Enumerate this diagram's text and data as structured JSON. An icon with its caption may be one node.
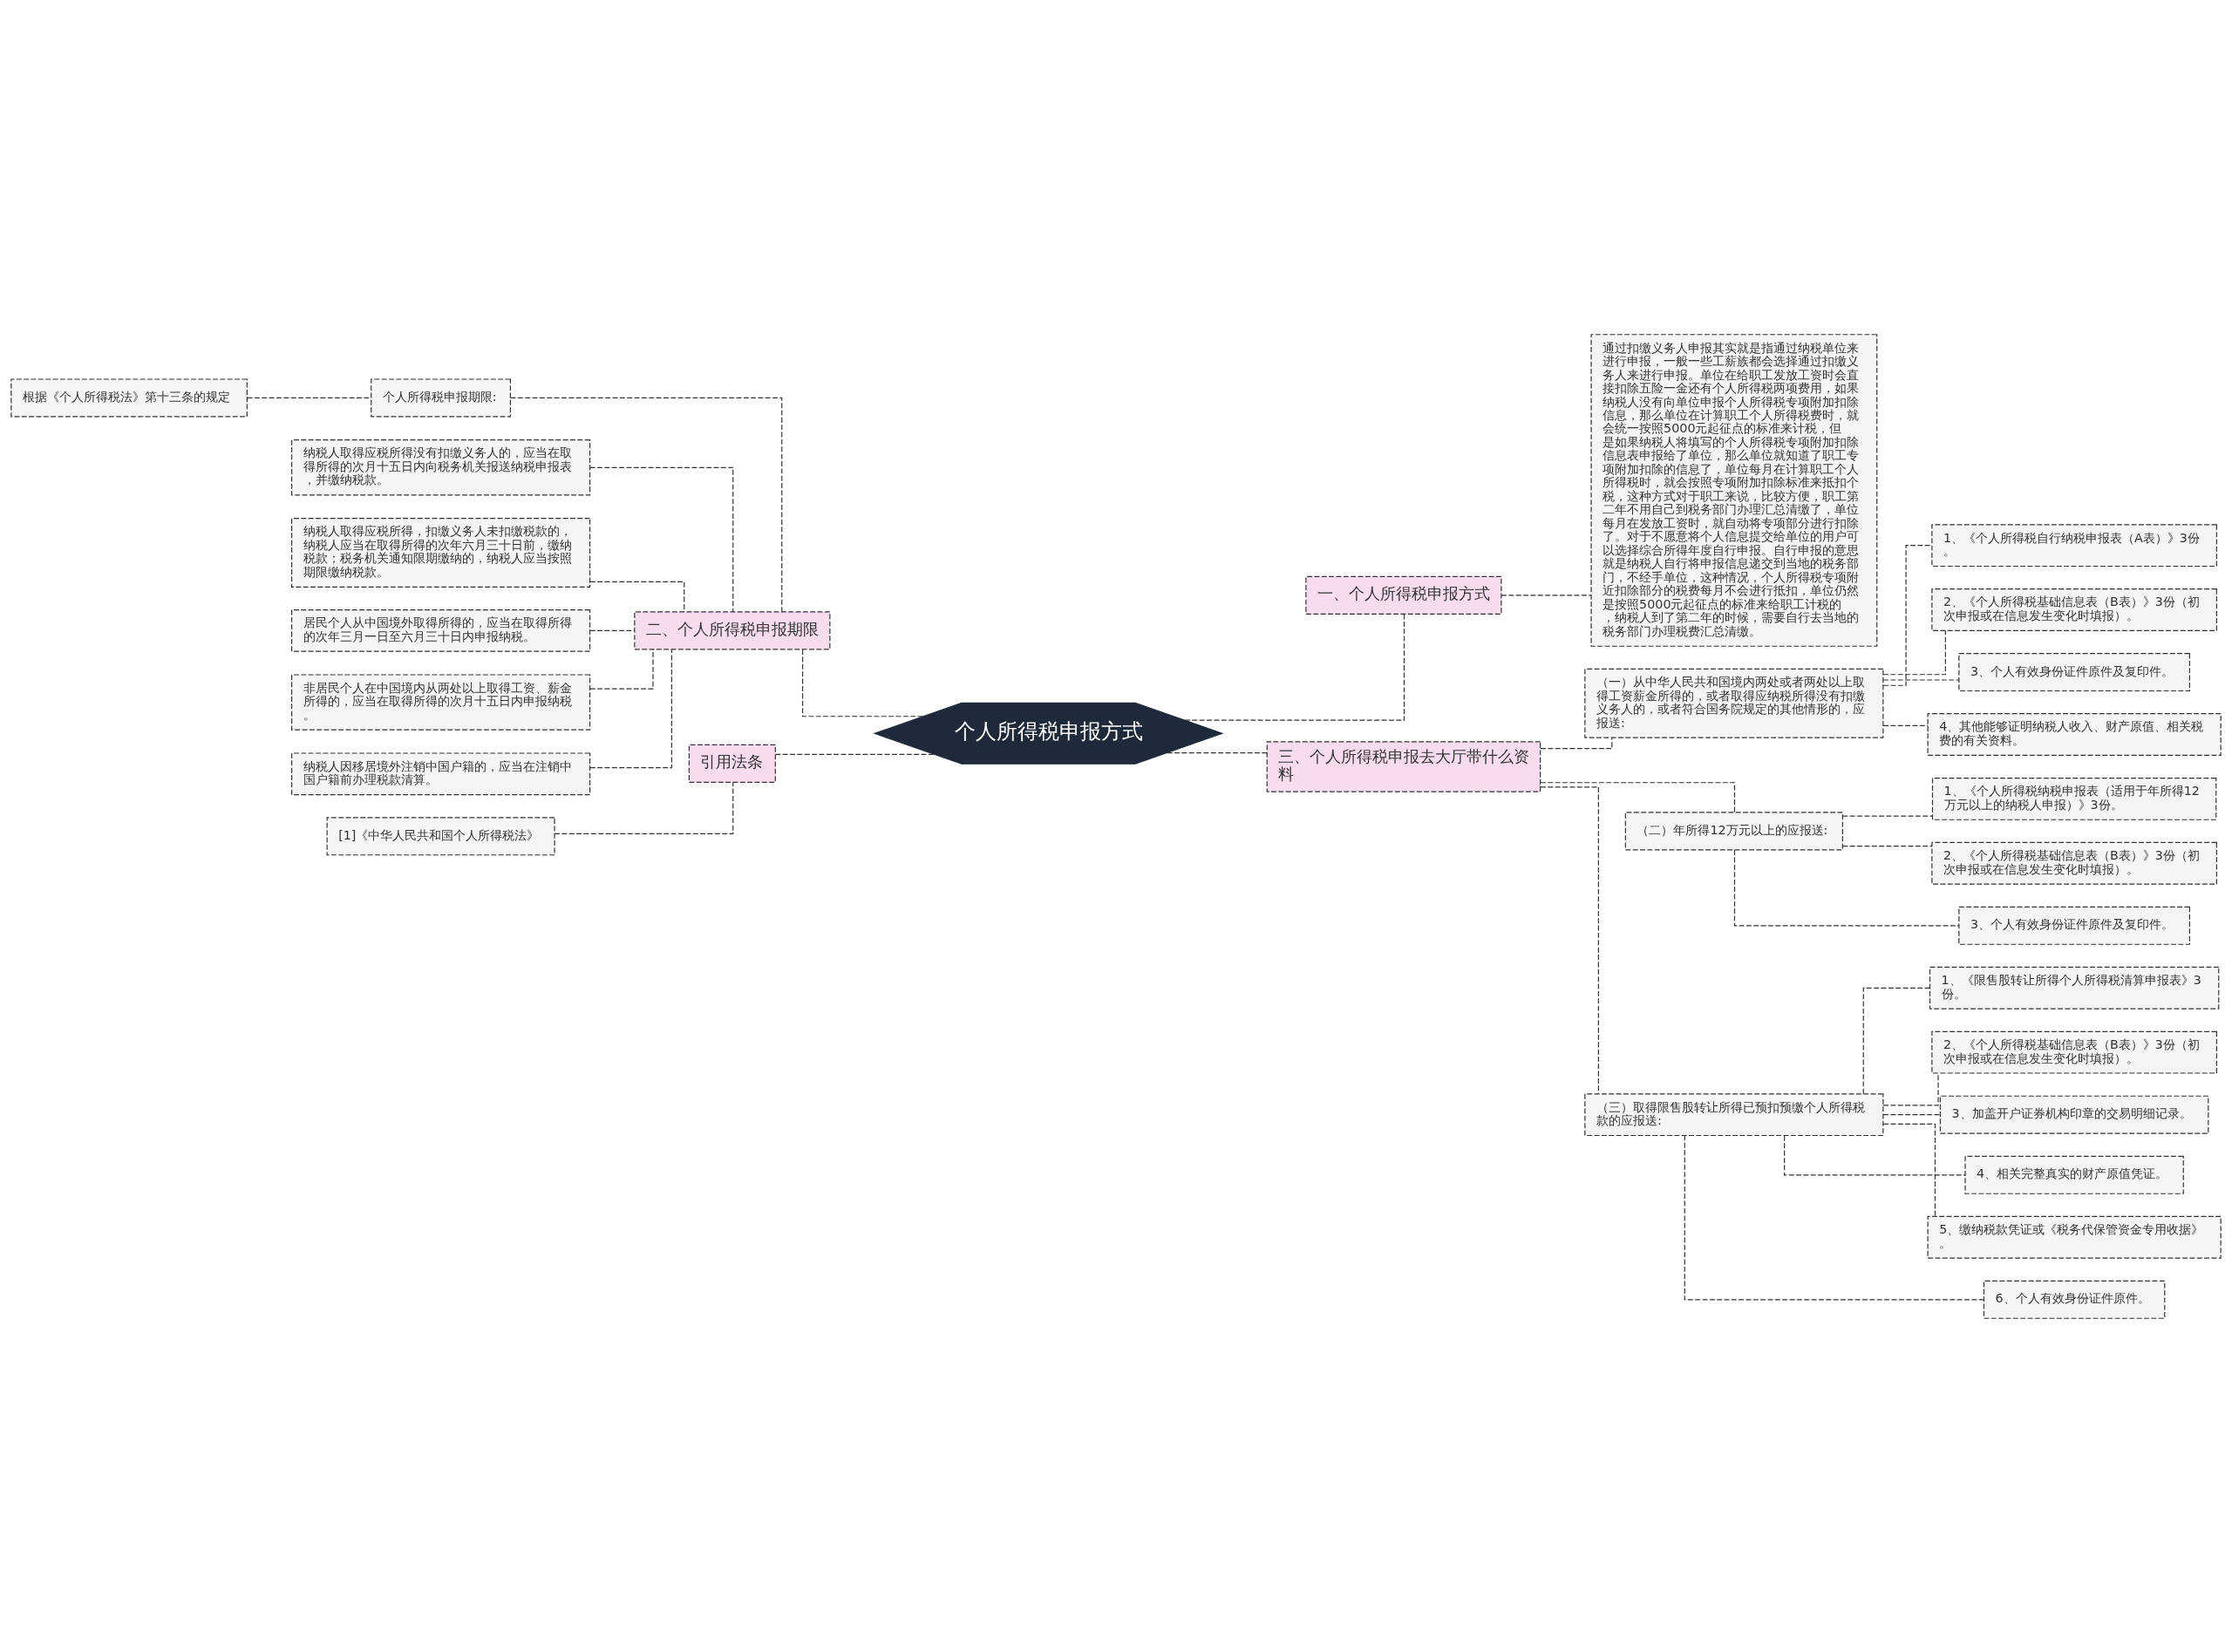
{
  "diagram": {
    "nodes": [
      {
        "text": [
          "个人所得税申报方式"
        ]
      },
      {
        "text": [
          "一、个人所得税申报方式"
        ]
      },
      {
        "text": [
          "通过扣缴义务人申报其实就是指通过纳税单位来进行申报，一般一些工薪族都会选择通过扣缴义务人来进行申报。单位在给职工发放工资时会直接扣除五险一金还有个人所得税两项费用，如果纳税人没有向单位申报个人所得税专项附加扣除信息，那么单位在计算职工个人所得税费时，就会统一按照5000元起征点的标准来计税，但是如果纳税人将填写的个人所得税专项附加扣除信息表申报给了单位，那么单位就知道了职工专项附加扣除的信息了，单位每月在计算职工个人所得税时，就会按照专项附加扣除标准来抵扣个税，这种方式对于职工来说，比较方便，职工第二年不用自己到税务部门办理汇总清缴了，单位每月在发放工资时，就自动将专项部分进行扣除了。对于不愿意将个人信息提交给单位的用户可以选择综合所得年度自行申报。自行申报的意思就是纳税人自行将申报信息递交到当地的税务部门，不经手单位，这种情况，个人所得税专项附近扣除部分的税费每月不会进行抵扣，单位仍然是按照5000元起征点的标准来给职工计税的，纳税人到了第二年的时候，需要自行去当地的税务部门办理税费汇总清缴。"
        ]
      },
      {
        "text": [
          "二、个人所得税申报期限"
        ]
      },
      {
        "text": [
          "个人所得税申报期限:"
        ]
      },
      {
        "text": [
          "根据《个人所得税法》第十三条的规定"
        ]
      },
      {
        "text": [
          "纳税人取得应税所得没有扣缴义务人的，应当在取得所得的次月十五日内向税务机关报送纳税申报表，并缴纳税款。"
        ]
      },
      {
        "text": [
          "纳税人取得应税所得，扣缴义务人未扣缴税款的，纳税人应当在取得所得的次年六月三十日前，缴纳税款；税务机关通知限期缴纳的，纳税人应当按照期限缴纳税款。"
        ]
      },
      {
        "text": [
          "居民个人从中国境外取得所得的，应当在取得所得的次年三月一日至六月三十日内申报纳税。"
        ]
      },
      {
        "text": [
          "非居民个人在中国境内从两处以上取得工资、薪金所得的，应当在取得所得的次月十五日内申报纳税。"
        ]
      },
      {
        "text": [
          "纳税人因移居境外注销中国户籍的，应当在注销中国户籍前办理税款清算。"
        ]
      },
      {
        "text": [
          "引用法条"
        ]
      },
      {
        "text": [
          "[1]《中华人民共和国个人所得税法》"
        ]
      },
      {
        "text": [
          "三、个人所得税申报去大厅带什么资料"
        ]
      },
      {
        "text": [
          "（一）从中华人民共和国境内两处或者两处以上取得工资薪金所得的，或者取得应纳税所得没有扣缴义务人的，或者符合国务院规定的其他情形的，应报送:"
        ]
      },
      {
        "text": [
          "1、《个人所得税自行纳税申报表（A表）》3份。"
        ]
      },
      {
        "text": [
          "2、《个人所得税基础信息表（B表）》3份（初次申报或在信息发生变化时填报）。"
        ]
      },
      {
        "text": [
          "3、个人有效身份证件原件及复印件。"
        ]
      },
      {
        "text": [
          "4、其他能够证明纳税人收入、财产原值、相关税费的有关资料。"
        ]
      },
      {
        "text": [
          "（二）年所得12万元以上的应报送:"
        ]
      },
      {
        "text": [
          "1、《个人所得税纳税申报表（适用于年所得12万元以上的纳税人申报）》3份。"
        ]
      },
      {
        "text": [
          "2、《个人所得税基础信息表（B表）》3份（初次申报或在信息发生变化时填报）。"
        ]
      },
      {
        "text": [
          "3、个人有效身份证件原件及复印件。"
        ]
      },
      {
        "text": [
          "（三）取得限售股转让所得已预扣预缴个人所得税款的应报送:"
        ]
      },
      {
        "text": [
          "1、《限售股转让所得个人所得税清算申报表》3份。"
        ]
      },
      {
        "text": [
          "2、《个人所得税基础信息表（B表）》3份（初次申报或在信息发生变化时填报）。"
        ]
      },
      {
        "text": [
          "3、加盖开户证券机构印章的交易明细记录。"
        ]
      },
      {
        "text": [
          "4、相关完整真实的财产原值凭证。"
        ]
      },
      {
        "text": [
          "5、缴纳税款凭证或《税务代保管资金专用收据》。"
        ]
      },
      {
        "text": [
          "6、个人有效身份证件原件。"
        ]
      }
    ],
    "edges": [
      {
        "from": 0,
        "to": 1,
        "arrow": "none",
        "style": "dashed"
      },
      {
        "from": 1,
        "to": 2,
        "arrow": "none",
        "style": "dashed"
      },
      {
        "from": 0,
        "to": 3,
        "arrow": "none",
        "style": "dashed"
      },
      {
        "from": 3,
        "to": 4,
        "arrow": "none",
        "style": "dashed"
      },
      {
        "from": 4,
        "to": 5,
        "arrow": "none",
        "style": "dashed"
      },
      {
        "from": 3,
        "to": 6,
        "arrow": "none",
        "style": "dashed"
      },
      {
        "from": 3,
        "to": 7,
        "arrow": "none",
        "style": "dashed"
      },
      {
        "from": 3,
        "to": 8,
        "arrow": "none",
        "style": "dashed"
      },
      {
        "from": 3,
        "to": 9,
        "arrow": "none",
        "style": "dashed"
      },
      {
        "from": 3,
        "to": 10,
        "arrow": "none",
        "style": "dashed"
      },
      {
        "from": 0,
        "to": 11,
        "arrow": "none",
        "style": "dashed"
      },
      {
        "from": 11,
        "to": 12,
        "arrow": "none",
        "style": "dashed"
      },
      {
        "from": 0,
        "to": 13,
        "arrow": "none",
        "style": "dashed"
      },
      {
        "from": 13,
        "to": 14,
        "arrow": "none",
        "style": "dashed"
      },
      {
        "from": 14,
        "to": 15,
        "arrow": "none",
        "style": "dashed"
      },
      {
        "from": 14,
        "to": 16,
        "arrow": "none",
        "style": "dashed"
      },
      {
        "from": 14,
        "to": 17,
        "arrow": "none",
        "style": "dashed"
      },
      {
        "from": 14,
        "to": 18,
        "arrow": "none",
        "style": "dashed"
      },
      {
        "from": 13,
        "to": 19,
        "arrow": "none",
        "style": "dashed"
      },
      {
        "from": 19,
        "to": 20,
        "arrow": "none",
        "style": "dashed"
      },
      {
        "from": 19,
        "to": 21,
        "arrow": "none",
        "style": "dashed"
      },
      {
        "from": 19,
        "to": 22,
        "arrow": "none",
        "style": "dashed"
      },
      {
        "from": 13,
        "to": 23,
        "arrow": "none",
        "style": "dashed"
      },
      {
        "from": 23,
        "to": 24,
        "arrow": "none",
        "style": "dashed"
      },
      {
        "from": 23,
        "to": 25,
        "arrow": "none",
        "style": "dashed"
      },
      {
        "from": 23,
        "to": 26,
        "arrow": "none",
        "style": "dashed"
      },
      {
        "from": 23,
        "to": 27,
        "arrow": "none",
        "style": "dashed"
      },
      {
        "from": 23,
        "to": 28,
        "arrow": "none",
        "style": "dashed"
      },
      {
        "from": 23,
        "to": 29,
        "arrow": "none",
        "style": "dashed"
      }
    ]
  }
}
